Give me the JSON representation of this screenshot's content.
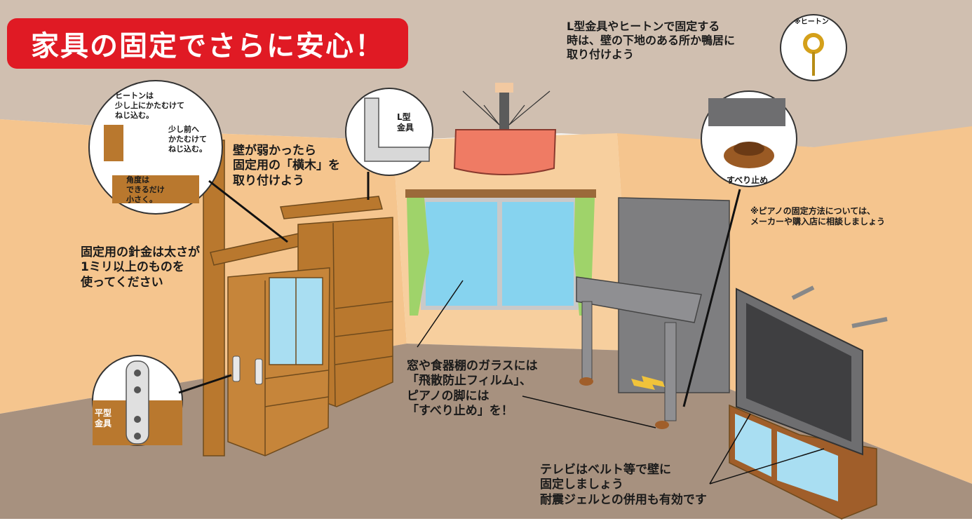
{
  "title": "家具の固定でさらに安心！",
  "top_note": "L型金具やヒートンで固定する\n時は、壁の下地のある所か鴨居に\n取り付けよう",
  "top_note_mark": "※",
  "hiton_label": "※ヒートン",
  "circle_hiton": {
    "note1": "ヒートンは\n少し上にかたむけて\nねじ込む。",
    "note2": "少し前へ\nかたむけて\nねじ込む。",
    "note3": "角度は\nできるだけ\n小さく。"
  },
  "circle_lbracket": "L型\n金具",
  "circle_flat": "平型\n金具",
  "circle_stopper": "すべり止め",
  "callout_beam": "壁が弱かったら\n固定用の「横木」を\n取り付けよう",
  "callout_wire": "固定用の針金は太さが\n1ミリ以上のものを\n使ってください",
  "callout_glass": "窓や食器棚のガラスには\n「飛散防止フィルム」、\nピアノの脚には\n「すべり止め」を！",
  "callout_piano": "※ピアノの固定方法については、\nメーカーや購入店に相談しましょう",
  "callout_tv": "テレビはベルト等で壁に\n固定しましょう\n耐震ジェルとの併用も有効です",
  "colors": {
    "wall": "#f5c58e",
    "ceiling": "#d0bfb0",
    "floor": "#a7917f",
    "wood": "#b9782e",
    "title_red": "#e01a24"
  }
}
